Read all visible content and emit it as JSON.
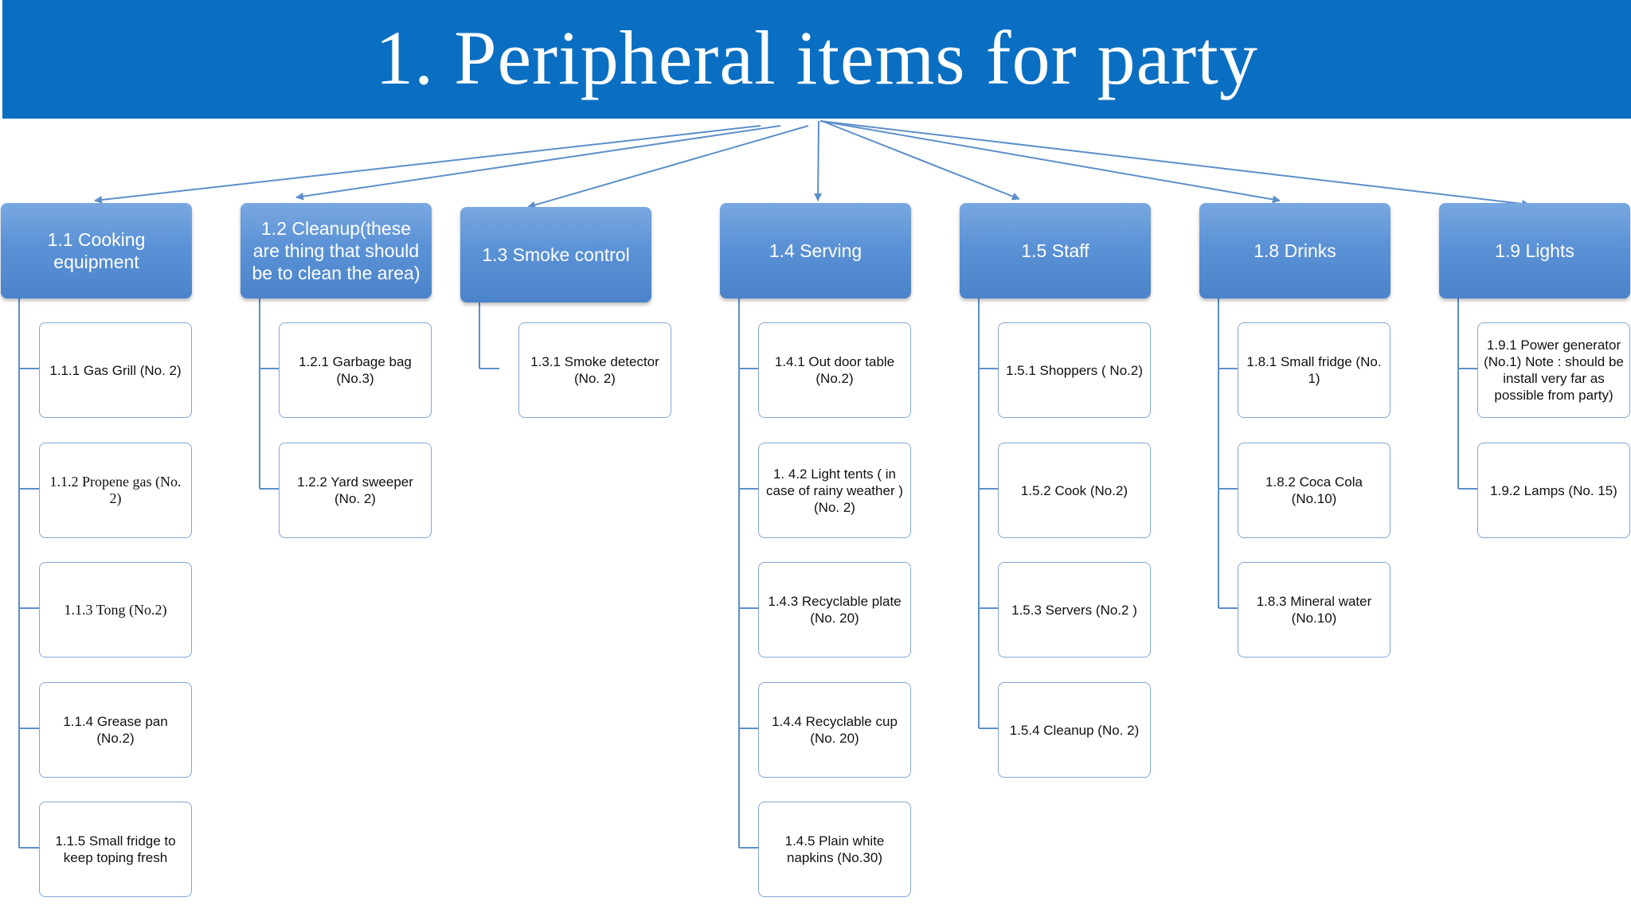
{
  "title": "1. Peripheral items for party",
  "colors": {
    "banner": "#0a6fc2",
    "category_box": "#5b92d6",
    "connector": "#5d8fc9",
    "item_border": "#7ea7d6"
  },
  "categories": [
    {
      "label": "1.1 Cooking equipment",
      "items": [
        "1.1.1  Gas Grill (No. 2)",
        "1.1.2  Propene gas (No. 2)",
        "1.1.3  Tong (No.2)",
        "1.1.4  Grease pan (No.2)",
        "1.1.5 Small fridge to keep toping fresh"
      ]
    },
    {
      "label": "1.2 Cleanup(these are thing that should be to clean the area)",
      "items": [
        "1.2.1  Garbage bag (No.3)",
        "1.2.2  Yard sweeper (No. 2)"
      ]
    },
    {
      "label": "1.3 Smoke control",
      "items": [
        "1.3.1 Smoke detector (No. 2)"
      ]
    },
    {
      "label": "1.4 Serving",
      "items": [
        "1.4.1 Out door table (No.2)",
        "1. 4.2 Light tents ( in case of rainy weather )(No. 2)",
        "1.4.3 Recyclable plate (No. 20)",
        "1.4.4 Recyclable cup (No. 20)",
        "1.4.5 Plain white napkins  (No.30)"
      ]
    },
    {
      "label": "1.5 Staff",
      "items": [
        "1.5.1 Shoppers ( No.2)",
        "1.5.2  Cook (No.2)",
        "1.5.3 Servers (No.2 )",
        "1.5.4 Cleanup (No. 2)"
      ]
    },
    {
      "label": "1.8  Drinks",
      "items": [
        "1.8.1 Small fridge  (No. 1)",
        "1.8.2 Coca Cola (No.10)",
        "1.8.3 Mineral water (No.10)"
      ]
    },
    {
      "label": "1.9 Lights",
      "items": [
        "1.9.1 Power generator (No.1) Note : should be install very far as possible from party)",
        "1.9.2   Lamps (No. 15)"
      ]
    }
  ]
}
